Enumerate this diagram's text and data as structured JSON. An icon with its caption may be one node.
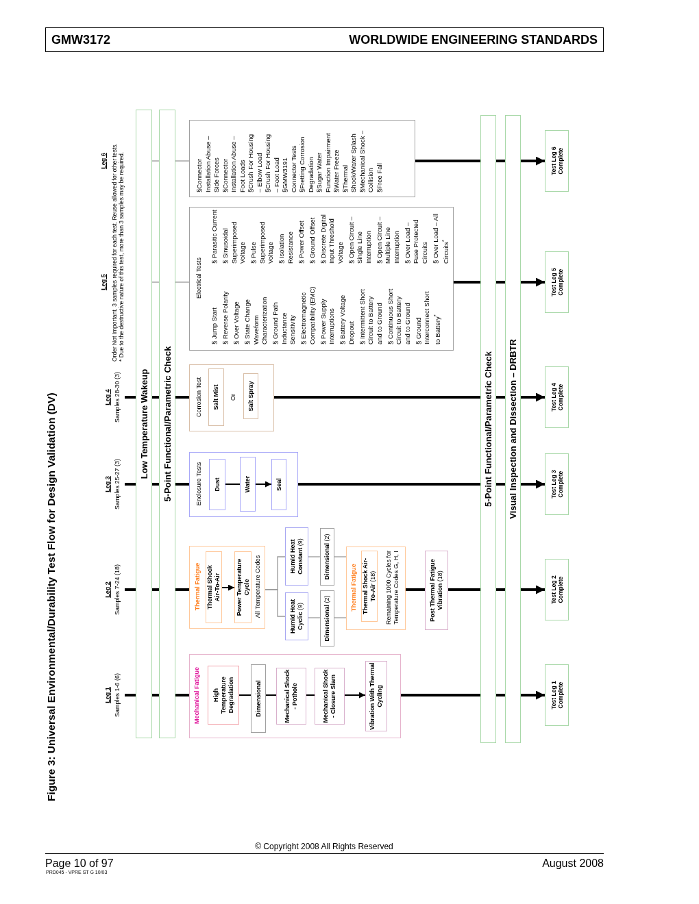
{
  "diagram": {
    "title": "Figure 3: Universal Environmental/Durability Test Flow for Design Validation (DV)",
    "nodes": [
      {
        "text": [
          "GMW3172",
          "WORLDWIDE ENGINEERING STANDARDS"
        ]
      },
      {
        "text": [
          "Leg 1",
          "Samples 1-6 (6)"
        ]
      },
      {
        "text": [
          "Leg 2",
          "Samples 7-24 (18)"
        ]
      },
      {
        "text": [
          "Leg 3",
          "Samples 25-27 (3)"
        ]
      },
      {
        "text": [
          "Leg 4",
          "Samples 28-30 (3)"
        ]
      },
      {
        "text": [
          "Low Temperature Wakeup"
        ]
      },
      {
        "text": [
          "5-Point Functional/Parametric Check"
        ]
      },
      {
        "text": [
          "Mechanical Fatigue"
        ]
      },
      {
        "text": [
          "High Temperature Degradation"
        ],
        "in": 7
      },
      {
        "text": [
          "Dimensional"
        ],
        "in": 7
      },
      {
        "text": [
          "Mechanical Shock - Pothole"
        ],
        "in": 7
      },
      {
        "text": [
          "Mechanical Shock - Closure Slam"
        ],
        "in": 7
      },
      {
        "text": [
          "Vibration With Thermal Cycling"
        ],
        "in": 7
      },
      {
        "text": [
          "Thermal Fatigue",
          "All Temperature Codes"
        ]
      },
      {
        "text": [
          "Thermal Shock Air-To-Air"
        ],
        "in": 13
      },
      {
        "text": [
          "Power Temperature Cycle"
        ],
        "in": 13
      },
      {
        "text": [
          "**Humid Heat Cyclic** (9)"
        ]
      },
      {
        "text": [
          "**Humid Heat Constant** (9)"
        ]
      },
      {
        "text": [
          "**Dimensional** (2)"
        ]
      },
      {
        "text": [
          "**Dimensional** (2)"
        ]
      },
      {
        "text": [
          "Thermal Fatigue",
          "Remaining 1000 Cycles for Temperature Codes G, H, I"
        ]
      },
      {
        "text": [
          "**Thermal Shock Air-To-Air** (18)"
        ],
        "in": 20
      },
      {
        "text": [
          "**Post Thermal Fatigue Vibration** (18)"
        ]
      },
      {
        "text": [
          "Enclosure Tests"
        ]
      },
      {
        "text": [
          "Dust"
        ],
        "in": 23
      },
      {
        "text": [
          "Water"
        ],
        "in": 23
      },
      {
        "text": [
          "Seal"
        ],
        "in": 23
      },
      {
        "text": [
          "Corrosion Test"
        ]
      },
      {
        "text": [
          "Salt Mist"
        ],
        "in": 27
      },
      {
        "text": [
          "Salt Spray"
        ],
        "in": 27
      },
      {
        "text": [
          "Electrical Tests",
          "§ Jump Start",
          "§ Reverse Polarity",
          "§ Over Voltage",
          "§ State Change Waveform Characterization",
          "§ Ground Path Inductance Sensitivity",
          "§ Electromagnetic Compatibility (EMC)",
          "§ Power Supply Interruptions",
          "§ Battery Voltage Dropout",
          "§ Intermittent Short Circuit to Battery and to Ground",
          "§ Continuous Short Circuit to Battery and to Ground",
          "§ Ground Interconnect Short to Battery$^{*}$",
          "§ Parasitic Current",
          "§ Sinusoidal Superimposed Voltage",
          "§ Pulse Superimposed Voltage",
          "§ Isolation Resistance",
          "§ Power Offset",
          "§ Ground Offset",
          "§ Discrete Digital Input Threshold Voltage",
          "§ Open Circuit – Single Line Interruption",
          "§ Open Circuit – Multiple Line Interruption",
          "§ Over Load – Fuse Protected Circuits",
          "§ Over Load – All Circuits$^{*}$"
        ]
      },
      {
        "text": [
          "§Connector Installation Abuse – Side Forces",
          "§Connector Installation Abuse – Foot Loads",
          "§Crush For Housing – Elbow Load",
          "§Crush For Housing – Foot Load",
          "§GMW3191 Connector Tests",
          "§Fretting Corrosion Degradation",
          "§Sugar Water Function Impairment",
          "§Water Freeze",
          "§Thermal Shock/Water Splash",
          "§Mechanical Shock – Collision",
          "§Free Fall"
        ]
      },
      {
        "text": [
          "5-Point Functional/Parametric Check"
        ]
      },
      {
        "text": [
          "Visual Inspection and Dissection – DRBTR"
        ]
      },
      {
        "text": [
          "Test Leg 1 Complete"
        ]
      },
      {
        "text": [
          "Test Leg 2 Complete"
        ]
      },
      {
        "text": [
          "Test Leg 3 Complete"
        ]
      },
      {
        "text": [
          "Test Leg 4 Complete"
        ]
      },
      {
        "text": [
          "Test Leg 5 Complete"
        ]
      },
      {
        "text": [
          "Test Leg 6 Complete"
        ]
      }
    ],
    "edges": [
      {
        "from": 1,
        "to": 5,
        "arrow": "none"
      },
      {
        "from": 5,
        "to": 6,
        "arrow": "none"
      },
      {
        "from": 6,
        "to": 7,
        "arrow": "none"
      },
      {
        "from": 8,
        "to": 9,
        "arrow": "none"
      },
      {
        "from": 9,
        "to": 10,
        "arrow": "none"
      },
      {
        "from": 10,
        "to": 11,
        "arrow": "none"
      },
      {
        "from": 11,
        "to": 12,
        "arrow": "to"
      },
      {
        "from": 7,
        "to": 32,
        "arrow": "none"
      },
      {
        "from": 32,
        "to": 33,
        "arrow": "none"
      },
      {
        "from": 33,
        "to": 34,
        "arrow": "to"
      },
      {
        "from": 2,
        "to": 5,
        "arrow": "none"
      },
      {
        "from": 5,
        "to": 6,
        "arrow": "none"
      },
      {
        "from": 6,
        "to": 13,
        "arrow": "none"
      },
      {
        "from": 14,
        "to": 15,
        "arrow": "to"
      },
      {
        "from": 13,
        "to": 16,
        "arrow": "none",
        "color": "#999999"
      },
      {
        "from": 13,
        "to": 17,
        "arrow": "none",
        "color": "#999999"
      },
      {
        "from": 16,
        "to": 18,
        "arrow": "none",
        "color": "#999999"
      },
      {
        "from": 17,
        "to": 19,
        "arrow": "none",
        "color": "#999999"
      },
      {
        "from": 18,
        "to": 20,
        "arrow": "none",
        "color": "#999999"
      },
      {
        "from": 19,
        "to": 20,
        "arrow": "none",
        "color": "#999999"
      },
      {
        "from": 20,
        "to": 22,
        "arrow": "none"
      },
      {
        "from": 22,
        "to": 32,
        "arrow": "none"
      },
      {
        "from": 32,
        "to": 33,
        "arrow": "none"
      },
      {
        "from": 33,
        "to": 35,
        "arrow": "to"
      },
      {
        "from": 3,
        "to": 5,
        "arrow": "none"
      },
      {
        "from": 5,
        "to": 6,
        "arrow": "none"
      },
      {
        "from": 6,
        "to": 23,
        "arrow": "none"
      },
      {
        "from": 24,
        "to": 25,
        "arrow": "none"
      },
      {
        "from": 25,
        "to": 26,
        "arrow": "to"
      },
      {
        "from": 23,
        "to": 32,
        "arrow": "none"
      },
      {
        "from": 32,
        "to": 33,
        "arrow": "none"
      },
      {
        "from": 33,
        "to": 36,
        "arrow": "to"
      },
      {
        "from": 4,
        "to": 5,
        "arrow": "none"
      },
      {
        "from": 5,
        "to": 6,
        "arrow": "none"
      },
      {
        "from": 6,
        "to": 27,
        "arrow": "none"
      },
      {
        "from": 27,
        "to": 32,
        "arrow": "none"
      },
      {
        "from": 32,
        "to": 33,
        "arrow": "none"
      },
      {
        "from": 33,
        "to": 37,
        "arrow": "to"
      },
      {
        "from": 5,
        "to": 6,
        "arrow": "none",
        "color": "#999999"
      },
      {
        "from": 6,
        "to": 30,
        "arrow": "none",
        "color": "#999999"
      },
      {
        "from": 30,
        "to": 32,
        "arrow": "none"
      },
      {
        "from": 32,
        "to": 33,
        "arrow": "none"
      },
      {
        "from": 33,
        "to": 38,
        "arrow": "to"
      },
      {
        "from": 5,
        "to": 6,
        "arrow": "none",
        "color": "#999999"
      },
      {
        "from": 6,
        "to": 31,
        "arrow": "none",
        "color": "#999999"
      },
      {
        "from": 31,
        "to": 32,
        "arrow": "none"
      },
      {
        "from": 32,
        "to": 33,
        "arrow": "none"
      },
      {
        "from": 33,
        "to": 39,
        "arrow": "to"
      }
    ],
    "labels": [
      "Leg 5",
      "Leg 6",
      "Order Not Important. 3 samples required for each test. Reuse allowed for other tests.",
      "* Due to the destructive nature of this test, more than 3 samples may be required.",
      "Or",
      "© Copyright 2008 All Rights Reserved",
      "Page 10 of 97",
      "PRD045 - VPRE ST G 10/03",
      "August 2008"
    ]
  }
}
